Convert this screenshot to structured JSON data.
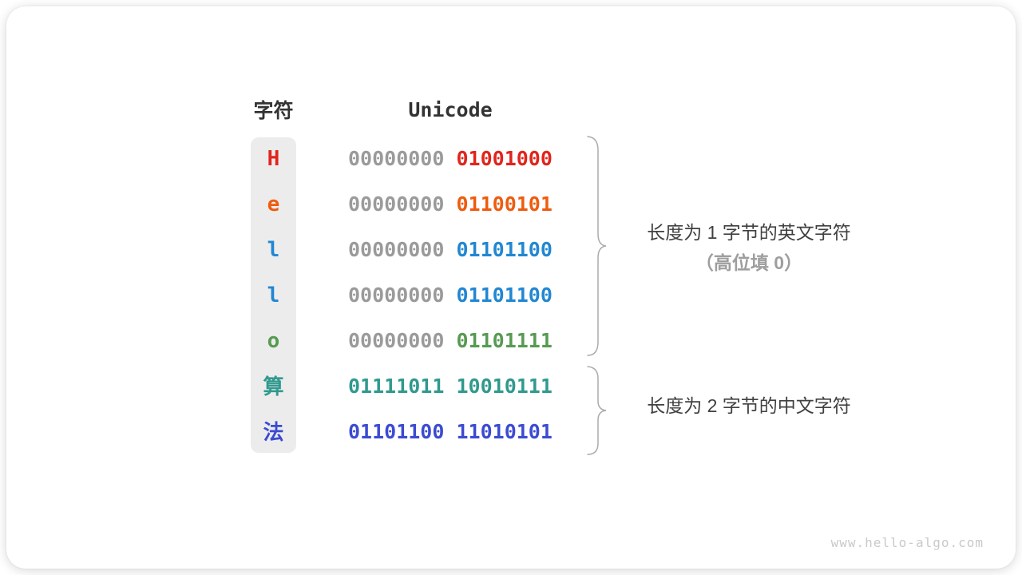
{
  "colors": {
    "red": "#e0251c",
    "orange": "#ee5c0f",
    "blue": "#2187d2",
    "green": "#579a52",
    "teal": "#31998e",
    "indigo": "#3c4bd2",
    "gray_bits": "#9a9a9a",
    "header_text": "#333333",
    "annotation_text": "#404040",
    "annotation_sub_text": "#9e9e9e",
    "brace": "#ababab",
    "watermark_text": "#c9c9c9",
    "char_column_bg": "#ececec"
  },
  "table": {
    "headers": {
      "char": "字符",
      "unicode": "Unicode"
    },
    "rows": [
      {
        "char": "H",
        "char_color": "#e0251c",
        "byte1": "00000000",
        "byte1_color": "#9a9a9a",
        "byte2": "01001000",
        "byte2_color": "#e0251c"
      },
      {
        "char": "e",
        "char_color": "#ee5c0f",
        "byte1": "00000000",
        "byte1_color": "#9a9a9a",
        "byte2": "01100101",
        "byte2_color": "#ee5c0f"
      },
      {
        "char": "l",
        "char_color": "#2187d2",
        "byte1": "00000000",
        "byte1_color": "#9a9a9a",
        "byte2": "01101100",
        "byte2_color": "#2187d2"
      },
      {
        "char": "l",
        "char_color": "#2187d2",
        "byte1": "00000000",
        "byte1_color": "#9a9a9a",
        "byte2": "01101100",
        "byte2_color": "#2187d2"
      },
      {
        "char": "o",
        "char_color": "#579a52",
        "byte1": "00000000",
        "byte1_color": "#9a9a9a",
        "byte2": "01101111",
        "byte2_color": "#579a52"
      },
      {
        "char": "算",
        "char_color": "#31998e",
        "byte1": "01111011",
        "byte1_color": "#31998e",
        "byte2": "10010111",
        "byte2_color": "#31998e"
      },
      {
        "char": "法",
        "char_color": "#3c4bd2",
        "byte1": "01101100",
        "byte1_color": "#3c4bd2",
        "byte2": "11010101",
        "byte2_color": "#3c4bd2"
      }
    ]
  },
  "annotations": {
    "english": {
      "line1": "长度为 1 字节的英文字符",
      "line2": "（高位填 0）"
    },
    "chinese": {
      "line1": "长度为 2 字节的中文字符"
    }
  },
  "watermark": "www.hello-algo.com"
}
